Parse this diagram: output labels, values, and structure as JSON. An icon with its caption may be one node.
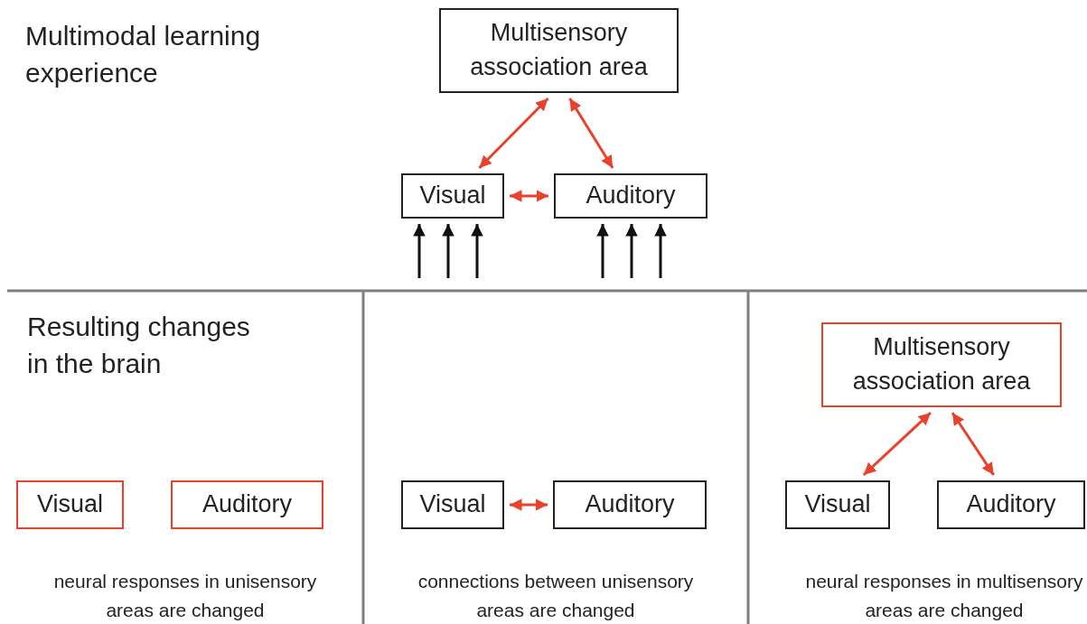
{
  "diagram": {
    "nodes": [
      {
        "text": [
          "Multisensory association area"
        ]
      },
      {
        "text": [
          "Visual"
        ]
      },
      {
        "text": [
          "Auditory"
        ]
      },
      {
        "text": [
          "Visual"
        ]
      },
      {
        "text": [
          "Auditory"
        ]
      },
      {
        "text": [
          "Visual"
        ]
      },
      {
        "text": [
          "Auditory"
        ]
      },
      {
        "text": [
          "Multisensory association area"
        ]
      },
      {
        "text": [
          "Visual"
        ]
      },
      {
        "text": [
          "Auditory"
        ]
      }
    ],
    "edges": [
      {
        "from": 0,
        "to": 1,
        "arrow": "both",
        "color": "#e8412c"
      },
      {
        "from": 0,
        "to": 2,
        "arrow": "both",
        "color": "#e8412c"
      },
      {
        "from": 1,
        "to": 2,
        "arrow": "both",
        "color": "#e8412c"
      },
      {
        "from": null,
        "to": 1,
        "arrow": "to",
        "color": "#111111"
      },
      {
        "from": null,
        "to": 1,
        "arrow": "to",
        "color": "#111111"
      },
      {
        "from": null,
        "to": 1,
        "arrow": "to",
        "color": "#111111"
      },
      {
        "from": null,
        "to": 2,
        "arrow": "to",
        "color": "#111111"
      },
      {
        "from": null,
        "to": 2,
        "arrow": "to",
        "color": "#111111"
      },
      {
        "from": null,
        "to": 2,
        "arrow": "to",
        "color": "#111111"
      },
      {
        "from": 5,
        "to": 6,
        "arrow": "both",
        "color": "#e8412c"
      },
      {
        "from": 7,
        "to": 8,
        "arrow": "both",
        "color": "#e8412c"
      },
      {
        "from": 7,
        "to": 9,
        "arrow": "both",
        "color": "#e8412c"
      }
    ],
    "labels": [
      "Multimodal learning experience",
      "Resulting changes in the brain",
      "neural responses in unisensory areas are changed",
      "connections between unisensory areas are changed",
      "neural responses in multisensory areas are changed"
    ]
  }
}
